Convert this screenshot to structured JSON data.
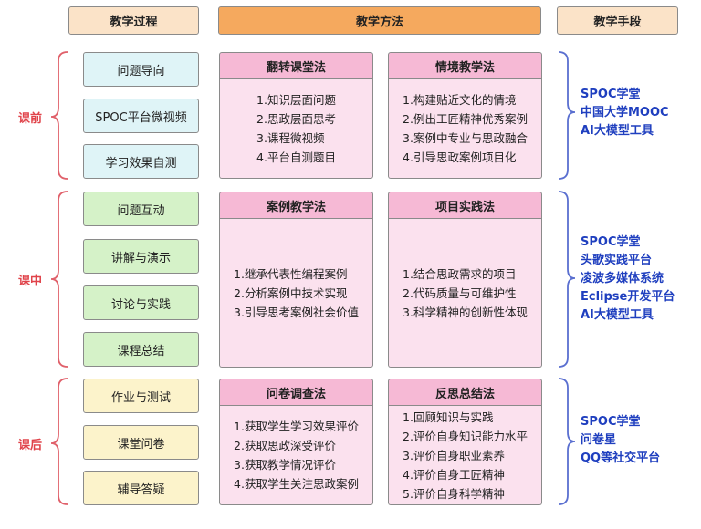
{
  "headers": {
    "process": "教学过程",
    "methods": "教学方法",
    "means": "教学手段"
  },
  "phases": [
    {
      "name": "课前",
      "steps": [
        "问题导向",
        "SPOC平台微视频",
        "学习效果自测"
      ],
      "methods": [
        {
          "title": "翻转课堂法",
          "items": [
            "1.知识层面问题",
            "2.思政层面思考",
            "3.课程微视频",
            "4.平台自测题目"
          ]
        },
        {
          "title": "情境教学法",
          "items": [
            "1.构建贴近文化的情境",
            "2.例出工匠精神优秀案例",
            "3.案例中专业与思政融合",
            "4.引导思政案例项目化"
          ]
        }
      ],
      "tools": [
        "SPOC学堂",
        "中国大学MOOC",
        "AI大模型工具"
      ]
    },
    {
      "name": "课中",
      "steps": [
        "问题互动",
        "讲解与演示",
        "讨论与实践",
        "课程总结"
      ],
      "methods": [
        {
          "title": "案例教学法",
          "items": [
            "1.继承代表性编程案例",
            "2.分析案例中技术实现",
            "3.引导思考案例社会价值"
          ]
        },
        {
          "title": "项目实践法",
          "items": [
            "1.结合思政需求的项目",
            "2.代码质量与可维护性",
            "3.科学精神的创新性体现"
          ]
        }
      ],
      "tools": [
        "SPOC学堂",
        "头歌实践平台",
        "凌波多媒体系统",
        "Eclipse开发平台",
        "AI大模型工具"
      ]
    },
    {
      "name": "课后",
      "steps": [
        "作业与测试",
        "课堂问卷",
        "辅导答疑"
      ],
      "methods": [
        {
          "title": "问卷调查法",
          "items": [
            "1.获取学生学习效果评价",
            "2.获取思政深受评价",
            "3.获取教学情况评价",
            "4.获取学生关注思政案例"
          ]
        },
        {
          "title": "反思总结法",
          "items": [
            "1.回顾知识与实践",
            "2.评价自身知识能力水平",
            "3.评价自身职业素养",
            "4.评价自身工匠精神",
            "5.评价自身科学精神"
          ]
        }
      ],
      "tools": [
        "SPOC学堂",
        "问卷星",
        "QQ等社交平台"
      ]
    }
  ],
  "colors": {
    "phase_label": "#e0434a",
    "tools_text": "#1f3fbf",
    "left_bracket": "#e0606a",
    "right_bracket": "#5a6fd0",
    "header_mid": "#f5a95e",
    "header_side": "#fbe3c8",
    "method_title": "#f6b9d5",
    "method_body": "#fbe1ee",
    "step_pre": "#dff4f7",
    "step_in": "#d5f2c8",
    "step_post": "#fcf3cb"
  }
}
